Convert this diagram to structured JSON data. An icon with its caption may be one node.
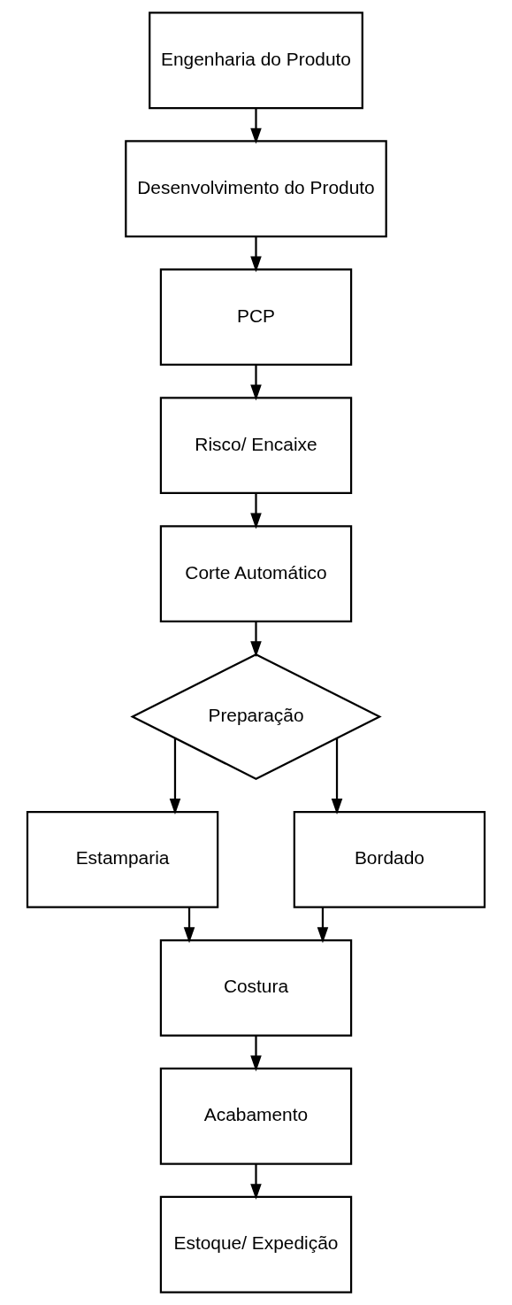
{
  "diagram": {
    "nodes": [
      {
        "text": [
          "Engenharia do Produto"
        ]
      },
      {
        "text": [
          "Desenvolvimento do Produto"
        ]
      },
      {
        "text": [
          "PCP"
        ]
      },
      {
        "text": [
          "Risco/ Encaixe"
        ]
      },
      {
        "text": [
          "Corte Automático"
        ]
      },
      {
        "text": [
          "Preparação"
        ]
      },
      {
        "text": [
          "Estamparia"
        ]
      },
      {
        "text": [
          "Bordado"
        ]
      },
      {
        "text": [
          "Costura"
        ]
      },
      {
        "text": [
          "Acabamento"
        ]
      },
      {
        "text": [
          "Estoque/ Expedição"
        ]
      }
    ],
    "edges": [
      {
        "from": 0,
        "to": 1,
        "arrow": "to"
      },
      {
        "from": 1,
        "to": 2,
        "arrow": "to"
      },
      {
        "from": 2,
        "to": 3,
        "arrow": "to"
      },
      {
        "from": 3,
        "to": 4,
        "arrow": "to"
      },
      {
        "from": 4,
        "to": 5,
        "arrow": "to"
      },
      {
        "from": 5,
        "to": 6,
        "arrow": "to"
      },
      {
        "from": 5,
        "to": 7,
        "arrow": "to"
      },
      {
        "from": 6,
        "to": 8,
        "arrow": "to"
      },
      {
        "from": 7,
        "to": 8,
        "arrow": "to"
      },
      {
        "from": 8,
        "to": 9,
        "arrow": "to"
      },
      {
        "from": 9,
        "to": 10,
        "arrow": "to"
      }
    ]
  }
}
